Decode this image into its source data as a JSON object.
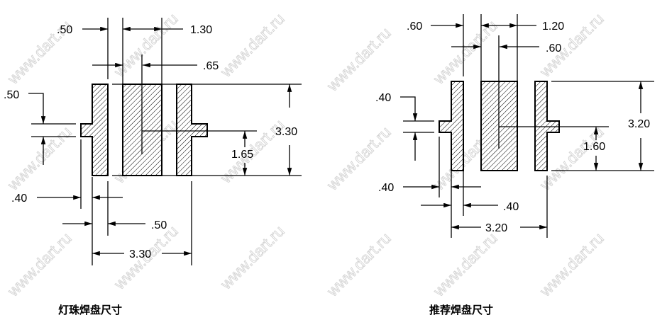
{
  "watermark": "www.dart.ru",
  "left_drawing": {
    "title": "灯珠焊盘尺寸",
    "dims": {
      "top_gap": ".50",
      "center_width": "1.30",
      "center_half": ".65",
      "tab_height": ".50",
      "overall_height": "3.30",
      "half_height": "1.65",
      "tab_width": ".40",
      "pad_width": ".50",
      "overall_width": "3.30"
    }
  },
  "right_drawing": {
    "title": "推荐焊盘尺寸",
    "dims": {
      "top_gap": ".60",
      "center_width": "1.20",
      "center_half": ".60",
      "tab_height": ".40",
      "overall_height": "3.20",
      "half_height": "1.60",
      "tab_width": ".40",
      "pad_width": ".40",
      "overall_width": "3.20"
    }
  }
}
